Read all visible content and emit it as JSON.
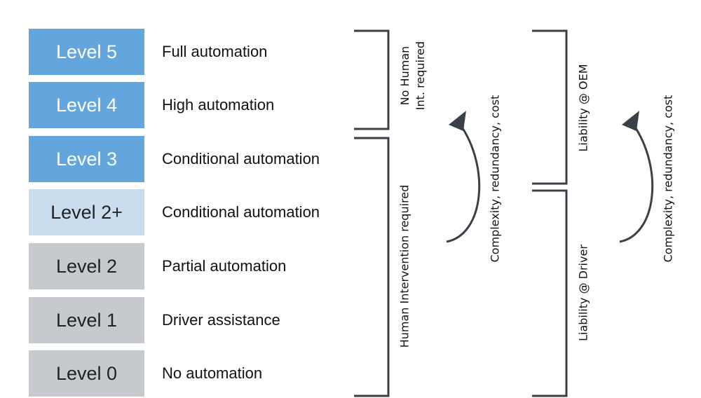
{
  "levels": [
    {
      "label": "Level 5",
      "desc": "Full automation",
      "style": "dark"
    },
    {
      "label": "Level 4",
      "desc": "High automation",
      "style": "dark"
    },
    {
      "label": "Level 3",
      "desc": "Conditional automation",
      "style": "dark"
    },
    {
      "label": "Level 2+",
      "desc": "Conditional automation",
      "style": "light"
    },
    {
      "label": "Level 2",
      "desc": "Partial automation",
      "style": "gray"
    },
    {
      "label": "Level 1",
      "desc": "Driver assistance",
      "style": "gray"
    },
    {
      "label": "Level 0",
      "desc": "No automation",
      "style": "gray"
    }
  ],
  "brackets": {
    "no_human_line1": "No Human",
    "no_human_line2": "Int. required",
    "human_required": "Human Intervention required",
    "liability_oem": "Liability @ OEM",
    "liability_driver": "Liability @ Driver"
  },
  "arrows": {
    "left_label": "Complexity, redundancy, cost",
    "right_label": "Complexity, redundancy, cost"
  },
  "colors": {
    "dark_blue": "#62a6dd",
    "light_blue": "#c9ddef",
    "gray": "#c6cacf",
    "line": "#3a4047"
  }
}
